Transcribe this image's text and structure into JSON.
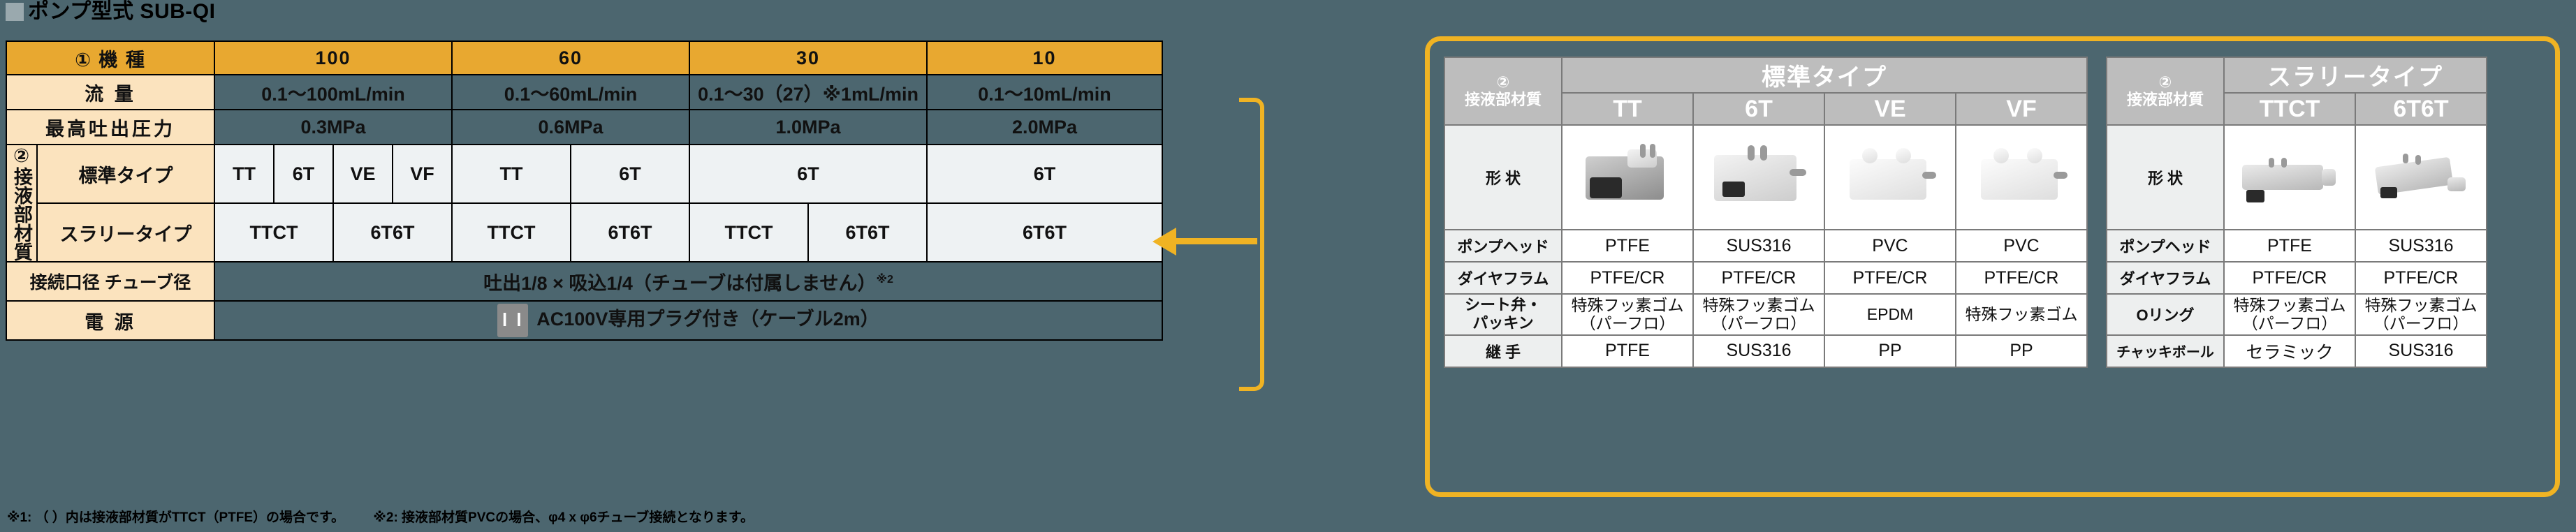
{
  "title": {
    "text": "ポンプ型式 SUB-QI",
    "marker": "square-marker"
  },
  "left_table": {
    "header": {
      "label": "① 機 種",
      "models": [
        "100",
        "60",
        "30",
        "10"
      ]
    },
    "rows": [
      {
        "label": "流 量",
        "values": [
          "0.1～100mL/min",
          "0.1～60mL/min",
          "0.1～30（27）※1mL/min",
          "0.1～10mL/min"
        ]
      },
      {
        "label": "最高吐出圧力",
        "values": [
          "0.3MPa",
          "0.6MPa",
          "1.0MPa",
          "2.0MPa"
        ]
      }
    ],
    "type_section": {
      "vertical_label": "②接液部材質",
      "standard": {
        "label": "標準タイプ",
        "cells": [
          "TT",
          "6T",
          "VE",
          "VF",
          "TT",
          "6T",
          "6T",
          "6T"
        ]
      },
      "slurry": {
        "label": "スラリータイプ",
        "cells": [
          "TTCT",
          "6T6T",
          "TTCT",
          "6T6T",
          "TTCT",
          "6T6T",
          "6T6T"
        ]
      }
    },
    "bottom_rows": [
      {
        "label": "接続口径 チューブ径",
        "value": "吐出1/8 × 吸込1/4（チューブは付属しません）",
        "sup": "※2"
      },
      {
        "label": "電 源",
        "value": "AC100V専用プラグ付き（ケーブル2m）",
        "badge": "plug-icon",
        "badge_text": "l l"
      }
    ]
  },
  "footnotes": [
    "※1: （ ）内は接液部材質がTTCT（PTFE）の場合です。",
    "※2: 接液部材質PVCの場合、φ4 x φ6チューブ接続となります。"
  ],
  "arrow": {
    "name": "yellow-arrow-connector",
    "color": "#F0B323"
  },
  "right_panel": {
    "border_color": "#F0B323",
    "standard_table": {
      "corner_label_sup": "②",
      "corner_label": "接液部材質",
      "group_title": "標準タイプ",
      "columns": [
        "TT",
        "6T",
        "VE",
        "VF"
      ],
      "shape_row_label": "形 状",
      "photos": [
        "pump-tt-dark",
        "pump-6t-metal",
        "pump-ve-white",
        "pump-vf-white"
      ],
      "rows": [
        {
          "label": "ポンプヘッド",
          "values": [
            "PTFE",
            "SUS316",
            "PVC",
            "PVC"
          ]
        },
        {
          "label": "ダイヤフラム",
          "values": [
            "PTFE/CR",
            "PTFE/CR",
            "PTFE/CR",
            "PTFE/CR"
          ]
        },
        {
          "label": "シート弁・\nパッキン",
          "values": [
            "特殊フッ素ゴム\n（パーフロ）",
            "特殊フッ素ゴム\n（パーフロ）",
            "EPDM",
            "特殊フッ素ゴム"
          ]
        },
        {
          "label": "継 手",
          "values": [
            "PTFE",
            "SUS316",
            "PP",
            "PP"
          ]
        }
      ]
    },
    "slurry_table": {
      "corner_label_sup": "②",
      "corner_label": "接液部材質",
      "group_title": "スラリータイプ",
      "columns": [
        "TTCT",
        "6T6T"
      ],
      "shape_row_label": "形 状",
      "photos": [
        "pump-ttct-slurry",
        "pump-6t6t-slurry"
      ],
      "rows": [
        {
          "label": "ポンプヘッド",
          "values": [
            "PTFE",
            "SUS316"
          ]
        },
        {
          "label": "ダイヤフラム",
          "values": [
            "PTFE/CR",
            "PTFE/CR"
          ]
        },
        {
          "label": "Oリング",
          "values": [
            "特殊フッ素ゴム\n（パーフロ）",
            "特殊フッ素ゴム\n（パーフロ）"
          ]
        },
        {
          "label": "チャッキボール",
          "values": [
            "セラミック",
            "SUS316"
          ]
        }
      ]
    }
  }
}
